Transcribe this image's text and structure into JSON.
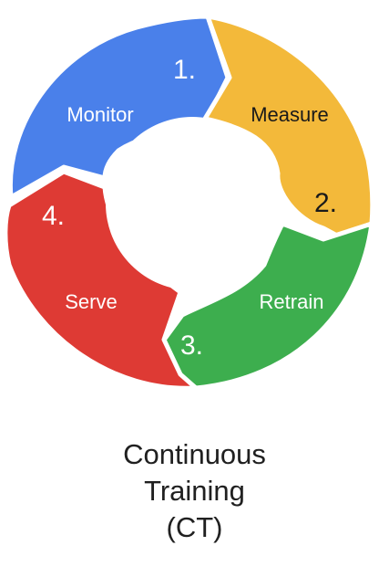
{
  "diagram": {
    "segments": [
      {
        "label": "Monitor",
        "number": "1.",
        "color": "#4A80EA",
        "label_color": "#ffffff",
        "number_color": "#ffffff"
      },
      {
        "label": "Measure",
        "number": "2.",
        "color": "#F3B93A",
        "label_color": "#1a1a1a",
        "number_color": "#1a1a1a"
      },
      {
        "label": "Retrain",
        "number": "3.",
        "color": "#3DAE4E",
        "label_color": "#ffffff",
        "number_color": "#ffffff"
      },
      {
        "label": "Serve",
        "number": "4.",
        "color": "#DE3A34",
        "label_color": "#ffffff",
        "number_color": "#ffffff"
      }
    ]
  },
  "caption": {
    "line1": "Continuous",
    "line2": "Training",
    "line3": "(CT)"
  }
}
